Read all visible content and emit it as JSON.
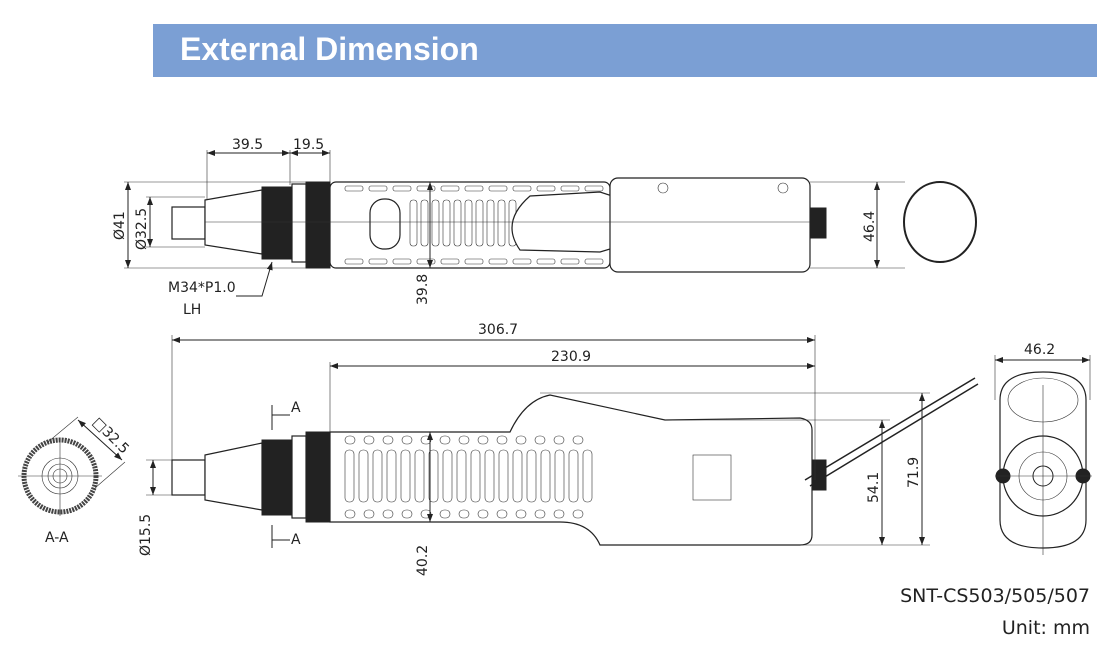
{
  "header": {
    "title": "External Dimension"
  },
  "top_view": {
    "dim_nose_length": "39.5",
    "dim_thread_length": "19.5",
    "dim_outer_diameter": "Ø41",
    "dim_nose_diameter": "Ø32.5",
    "dim_body_height": "39.8",
    "dim_rear_height": "46.4",
    "thread_spec_line1": "M34*P1.0",
    "thread_spec_line2": "LH"
  },
  "side_view": {
    "dim_total_length": "306.7",
    "dim_body_length": "230.9",
    "dim_tip_diameter": "Ø15.5",
    "dim_grip_height": "40.2",
    "dim_rear_height": "54.1",
    "dim_total_height": "71.9",
    "section_mark": "A"
  },
  "section_view": {
    "dim_square": "□32.5",
    "label": "A-A"
  },
  "end_view": {
    "dim_width": "46.2"
  },
  "footer": {
    "model": "SNT-CS503/505/507",
    "unit": "Unit: mm"
  }
}
